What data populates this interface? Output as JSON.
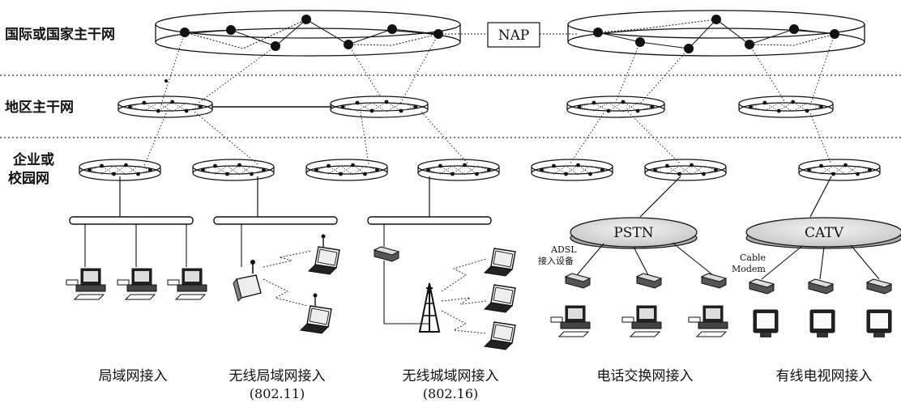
{
  "layers": {
    "backbone": "国际或国家主干网",
    "regional": "地区主干网",
    "campus_line1": "企业或",
    "campus_line2": "校园网"
  },
  "nap": "NAP",
  "clouds": {
    "pstn": "PSTN",
    "catv": "CATV"
  },
  "device_labels": {
    "adsl_line1": "ADSL",
    "adsl_line2": "接入设备",
    "cable_line1": "Cable",
    "cable_line2": "Modem"
  },
  "captions": [
    {
      "title": "局域网接入",
      "sub": ""
    },
    {
      "title": "无线局域网接入",
      "sub": "(802.11)"
    },
    {
      "title": "无线城域网接入",
      "sub": "(802.16)"
    },
    {
      "title": "电话交换网接入",
      "sub": ""
    },
    {
      "title": "有线电视网接入",
      "sub": ""
    }
  ],
  "colors": {
    "line": "#111111",
    "cloud_fill": "#e4e4e4",
    "node": "#111111"
  }
}
